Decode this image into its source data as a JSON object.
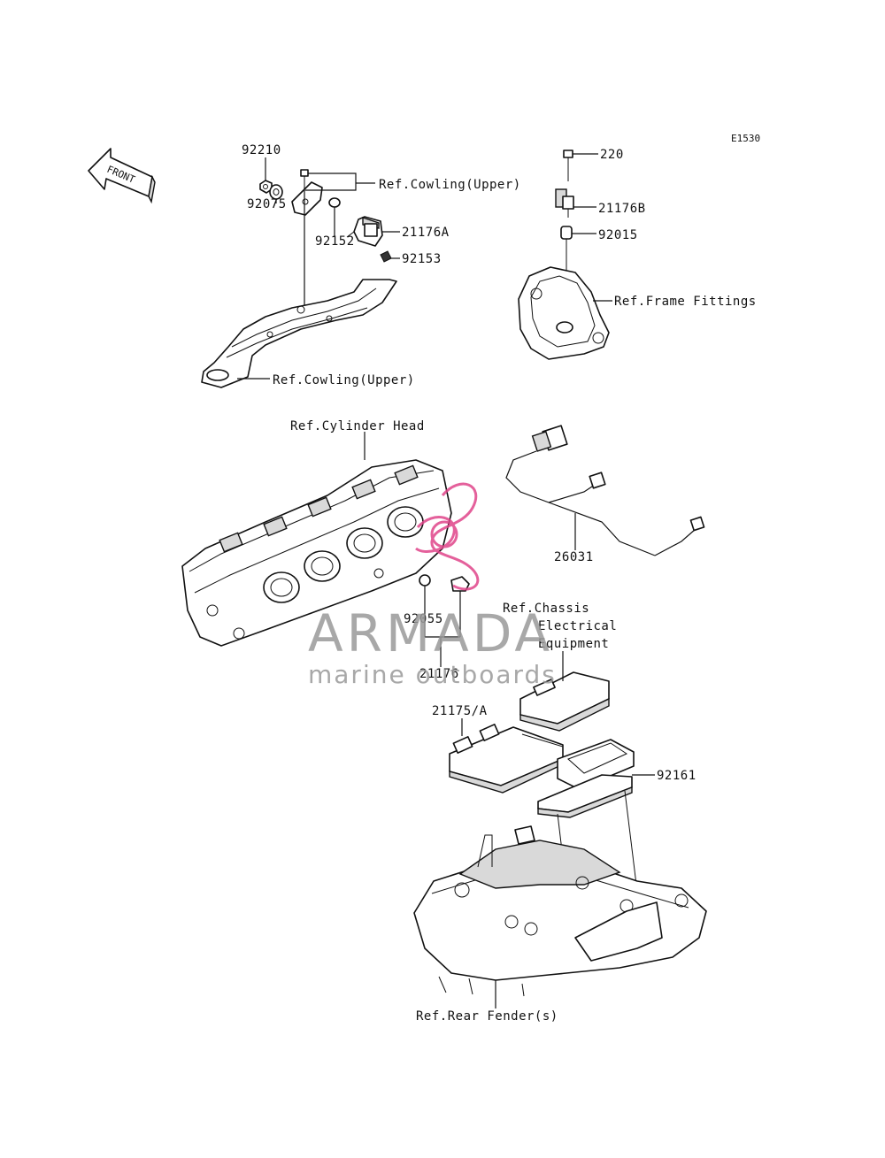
{
  "diagram_code": "E1530",
  "front_arrow": {
    "text": "FRONT"
  },
  "labels": {
    "p92210": "92210",
    "p92075": "92075",
    "p92152": "92152",
    "p92153": "92153",
    "p21176A": "21176A",
    "ref_cowling_upper_top": "Ref.Cowling(Upper)",
    "ref_cowling_upper_bottom": "Ref.Cowling(Upper)",
    "p220": "220",
    "p21176B": "21176B",
    "p92015": "92015",
    "ref_frame_fittings": "Ref.Frame Fittings",
    "ref_cylinder_head": "Ref.Cylinder Head",
    "p26031": "26031",
    "ref_chassis_line1": "Ref.Chassis",
    "ref_chassis_line2": "Electrical",
    "ref_chassis_line3": "Equipment",
    "p92055": "92055",
    "p21176": "21176",
    "p21175A": "21175/A",
    "p92161": "92161",
    "ref_rear_fender": "Ref.Rear Fender(s)"
  },
  "watermark": {
    "title": "ARMADA",
    "subtitle": "marine outboards",
    "logo_color": "#e0458a",
    "text_color": "#9a9a9a"
  }
}
